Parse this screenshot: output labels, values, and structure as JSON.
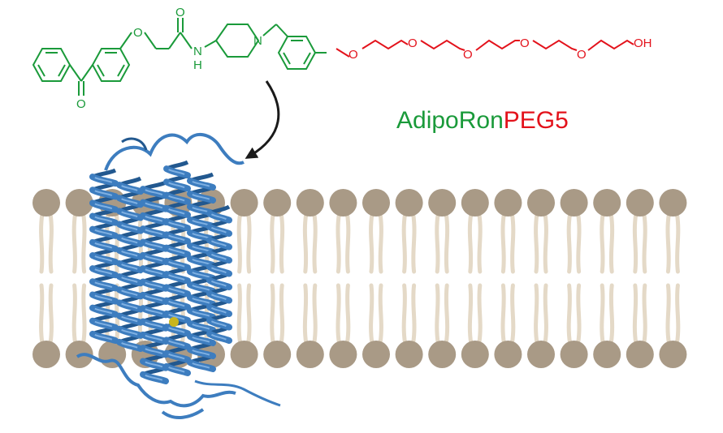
{
  "colors": {
    "adiporon": "#1a9a3a",
    "peg": "#e3121b",
    "lipid_head": "#a99a86",
    "lipid_tail": "#e4d9c7",
    "protein": "#3d7dbf",
    "protein_dark": "#22588f",
    "protein_light": "#7fb0e2",
    "arrow": "#1a1a1a",
    "ligand": "#c9b51d"
  },
  "molecule": {
    "atoms": {
      "ketone_o": "O",
      "ether_o": "O",
      "amide_o": "O",
      "amide_nh": "N",
      "amide_h": "H",
      "piperidine_n": "N",
      "peg_o1": "O",
      "peg_o2": "O",
      "peg_o3": "O",
      "peg_o4": "O",
      "peg_o5": "O",
      "terminal_oh": "OH"
    }
  },
  "label": {
    "part1": "AdipoRon",
    "part2": "PEG5"
  },
  "membrane": {
    "lipid_count_per_leaflet": 20
  }
}
